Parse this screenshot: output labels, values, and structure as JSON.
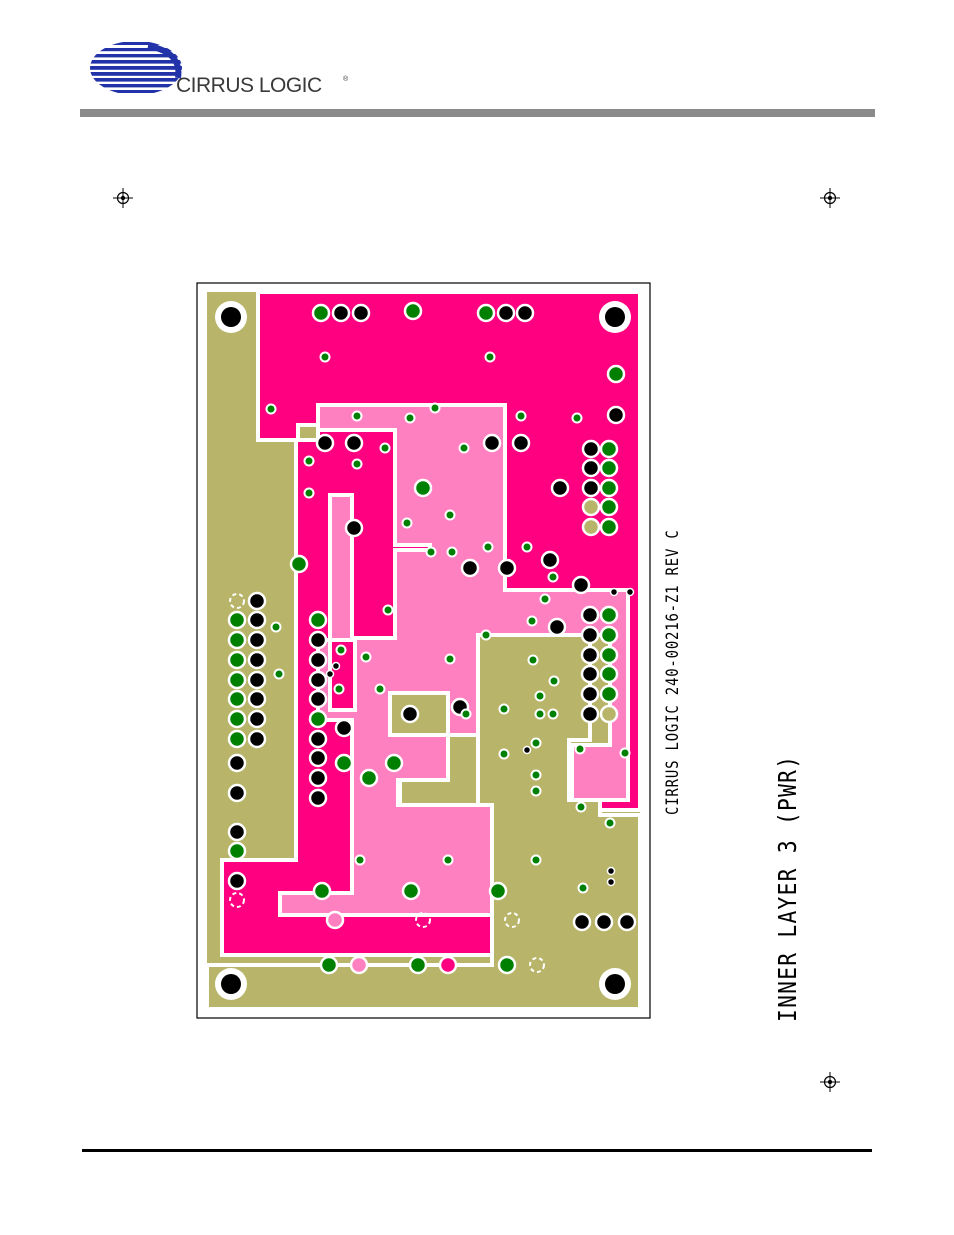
{
  "header": {
    "brand_name": "CIRRUS LOGIC",
    "registered_mark": "®",
    "brand_color": "#2233aa"
  },
  "board": {
    "silkscreen_label": "CIRRUS LOGIC  240-00216-Z1 REV C",
    "layer_title": "INNER LAYER 3 (PWR)",
    "colors": {
      "ground": "#b8b56a",
      "power": "#ff0080",
      "power_light": "#ff80c0",
      "via_green": "#008000",
      "via_black": "#000000"
    }
  }
}
